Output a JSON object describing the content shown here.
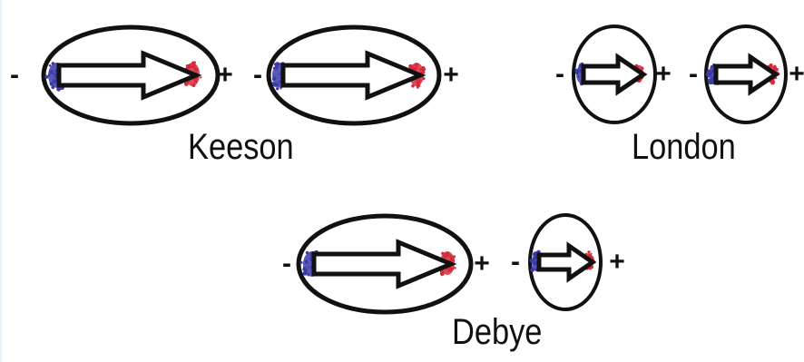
{
  "labels": {
    "keeson": "Keeson",
    "london": "London",
    "debye": "Debye"
  },
  "signs": {
    "negative": "-",
    "positive": "+"
  },
  "colors": {
    "outline": "#111111",
    "negative_charge": "#3a3aa8",
    "positive_charge": "#d42a3a",
    "background": "#ffffff"
  },
  "groups": [
    {
      "id": "keeson",
      "dipoles": [
        "permanent",
        "permanent"
      ]
    },
    {
      "id": "london",
      "dipoles": [
        "induced",
        "induced"
      ]
    },
    {
      "id": "debye",
      "dipoles": [
        "permanent",
        "induced"
      ]
    }
  ]
}
